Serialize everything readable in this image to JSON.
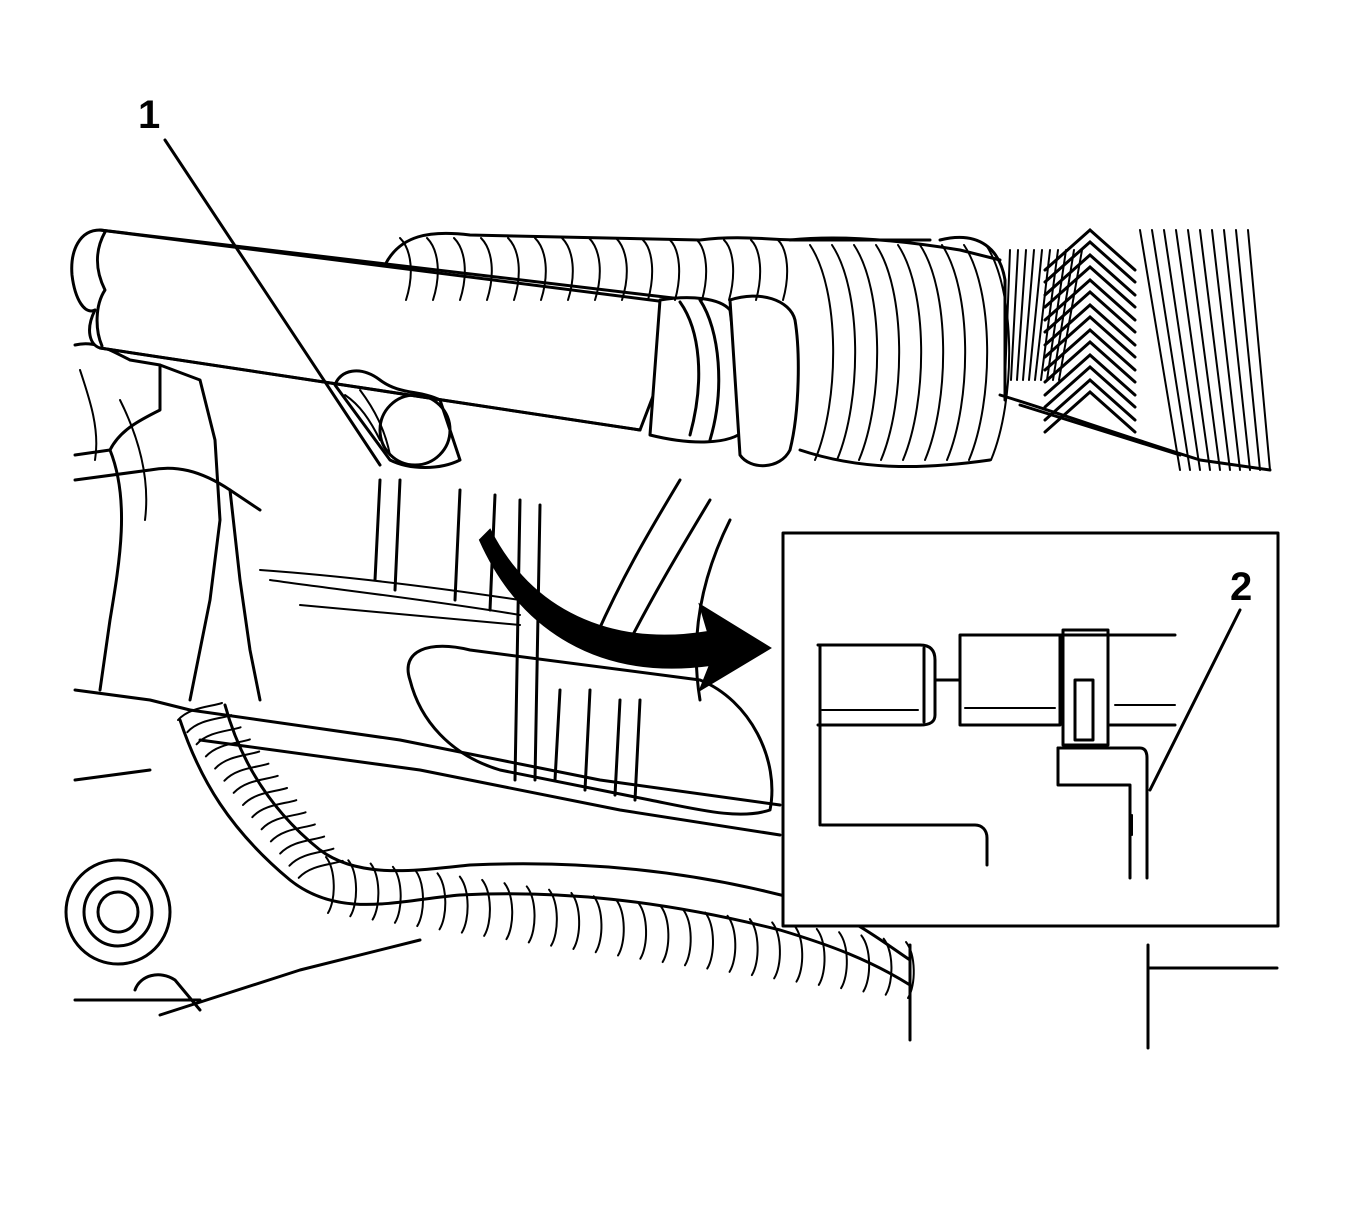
{
  "callouts": [
    {
      "id": "1",
      "label": "1"
    },
    {
      "id": "2",
      "label": "2"
    }
  ],
  "colors": {
    "line": "#000000",
    "background": "#ffffff"
  },
  "icons": {
    "arrow": "curved-arrow-icon"
  }
}
